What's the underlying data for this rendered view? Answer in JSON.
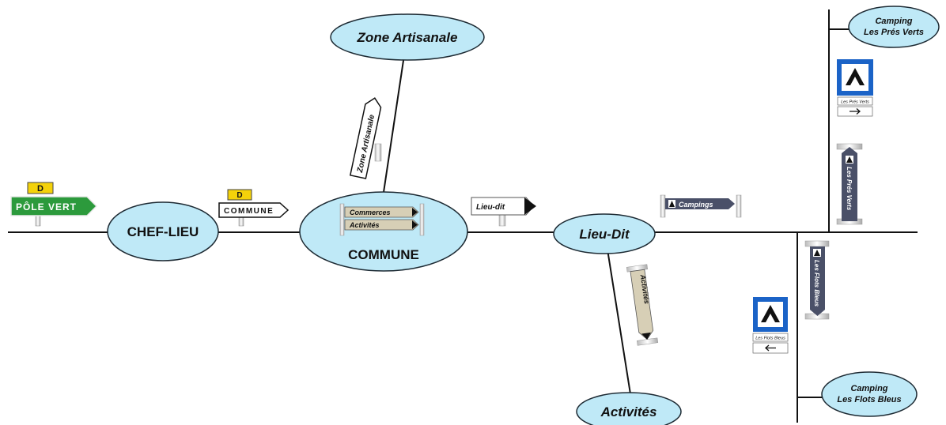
{
  "nodes": {
    "chef_lieu": "CHEF-LIEU",
    "commune": "COMMUNE",
    "zone_artisanale": "Zone Artisanale",
    "lieu_dit": "Lieu-Dit",
    "activites": "Activités",
    "camping_pres_verts": [
      "Camping",
      "Les Prés Verts"
    ],
    "camping_flots_bleus": [
      "Camping",
      "Les Flots Bleus"
    ]
  },
  "signs": {
    "pole_vert": "PÔLE VERT",
    "pole_vert_badge": "D",
    "commune_sign": "COMMUNE",
    "commune_badge": "D",
    "zone_artisanale_sign": "Zone Artisanale",
    "commerces": "Commerces",
    "activites_panel": "Activités",
    "lieu_dit_sign": "Lieu-dit",
    "campings": "Campings",
    "activites_sign": "Activités",
    "les_pres_verts_sign": "Les Prés Verts",
    "les_pres_verts_small": "Les Prés Verts",
    "les_flots_bleus_sign": "Les Flots Bleus",
    "les_flots_bleus_small": "Les Flots Bleus"
  },
  "colors": {
    "bubble_fill": "#bfe9f7",
    "bubble_stroke": "#1d2a33",
    "green_sign": "#2c9a3c",
    "yellow_badge": "#f4d20a",
    "beige_panel": "#d7cfb6",
    "slate_sign": "#4a5068",
    "camp_blue": "#1b63c7"
  }
}
